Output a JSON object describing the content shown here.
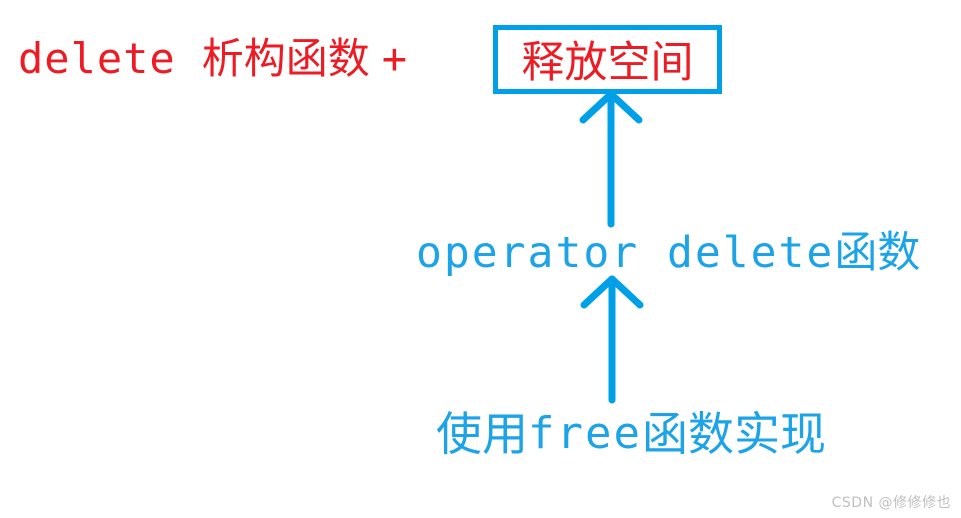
{
  "diagram": {
    "title_row": {
      "keyword": "delete",
      "part_one": "析构函数",
      "operator": "+",
      "boxed_term": "释放空间"
    },
    "middle_row": {
      "code": "operator delete",
      "suffix": "函数"
    },
    "bottom_row": {
      "prefix": "使用",
      "code": "free",
      "suffix": "函数实现"
    },
    "arrows": [
      {
        "name": "arrow-to-boxed-term",
        "direction": "up"
      },
      {
        "name": "arrow-to-operator-delete",
        "direction": "up"
      }
    ],
    "colors": {
      "red": "#ED1C24",
      "blue": "#00A0E9",
      "text_blue": "#1CA3E8",
      "watermark": "#BFBFBF",
      "background": "#FFFFFF"
    }
  },
  "watermark": {
    "text": "CSDN @修修修也"
  }
}
